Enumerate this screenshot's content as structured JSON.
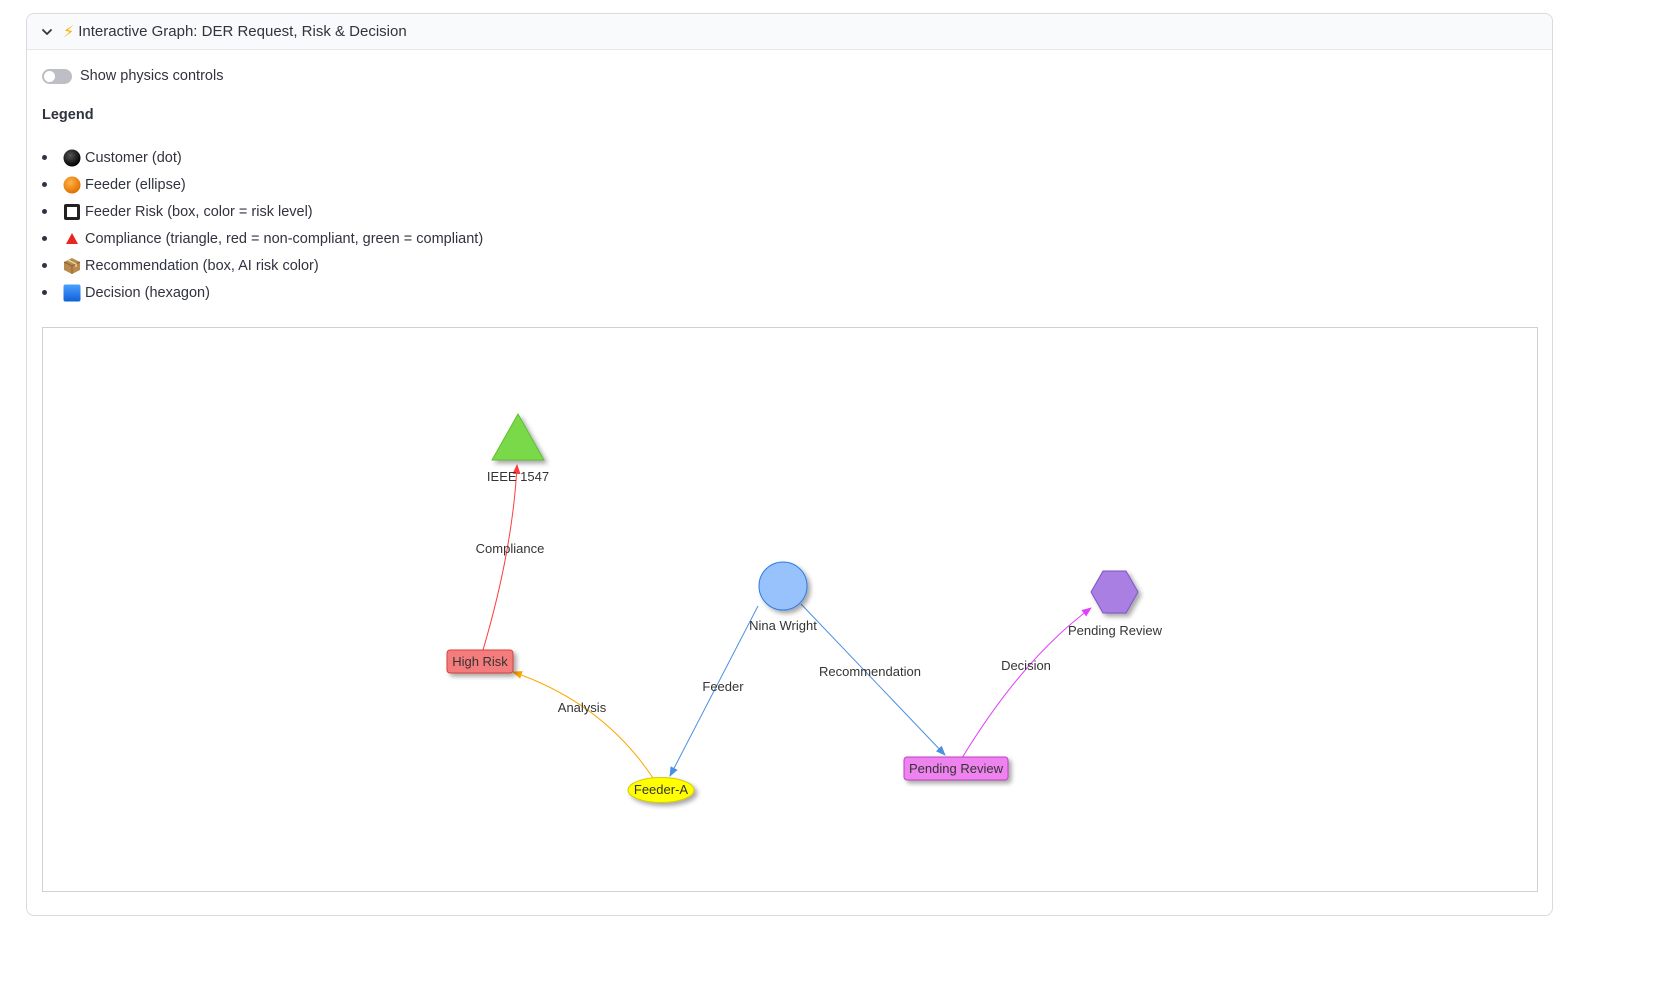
{
  "expander": {
    "title": "Interactive Graph: DER Request, Risk & Decision",
    "icon": "lightning-icon",
    "expanded": true
  },
  "toggle": {
    "label": "Show physics controls",
    "on": false
  },
  "legend": {
    "title": "Legend",
    "items": [
      {
        "icon": "black-circle-icon",
        "label": "Customer (dot)"
      },
      {
        "icon": "orange-circle-icon",
        "label": "Feeder (ellipse)"
      },
      {
        "icon": "square-outline-icon",
        "label": "Feeder Risk (box, color = risk level)"
      },
      {
        "icon": "red-triangle-icon",
        "label": "Compliance (triangle, red = non-compliant, green = compliant)"
      },
      {
        "icon": "package-icon",
        "label": "Recommendation (box, AI risk color)"
      },
      {
        "icon": "blue-square-icon",
        "label": "Decision (hexagon)"
      }
    ]
  },
  "graph": {
    "nodes": {
      "compliance": {
        "label": "IEEE 1547",
        "shape": "triangle",
        "color": "#79d94a"
      },
      "customer": {
        "label": "Nina Wright",
        "shape": "dot",
        "color": "#97c2fc"
      },
      "decision": {
        "label": "Pending Review",
        "shape": "hexagon",
        "color": "#a97fe3"
      },
      "risk": {
        "label": "High Risk",
        "shape": "box",
        "color": "#f47c7c"
      },
      "feeder": {
        "label": "Feeder-A",
        "shape": "ellipse",
        "color": "#ffff00"
      },
      "recommendation": {
        "label": "Pending Review",
        "shape": "box",
        "color": "#ee82ee"
      }
    },
    "edges": {
      "compliance": {
        "label": "Compliance",
        "color": "#ff3b3b"
      },
      "feeder": {
        "label": "Feeder",
        "color": "#4a90e2"
      },
      "recommendation": {
        "label": "Recommendation",
        "color": "#4a90e2"
      },
      "decision": {
        "label": "Decision",
        "color": "#e040fb"
      },
      "analysis": {
        "label": "Analysis",
        "color": "#ffa500"
      }
    }
  }
}
